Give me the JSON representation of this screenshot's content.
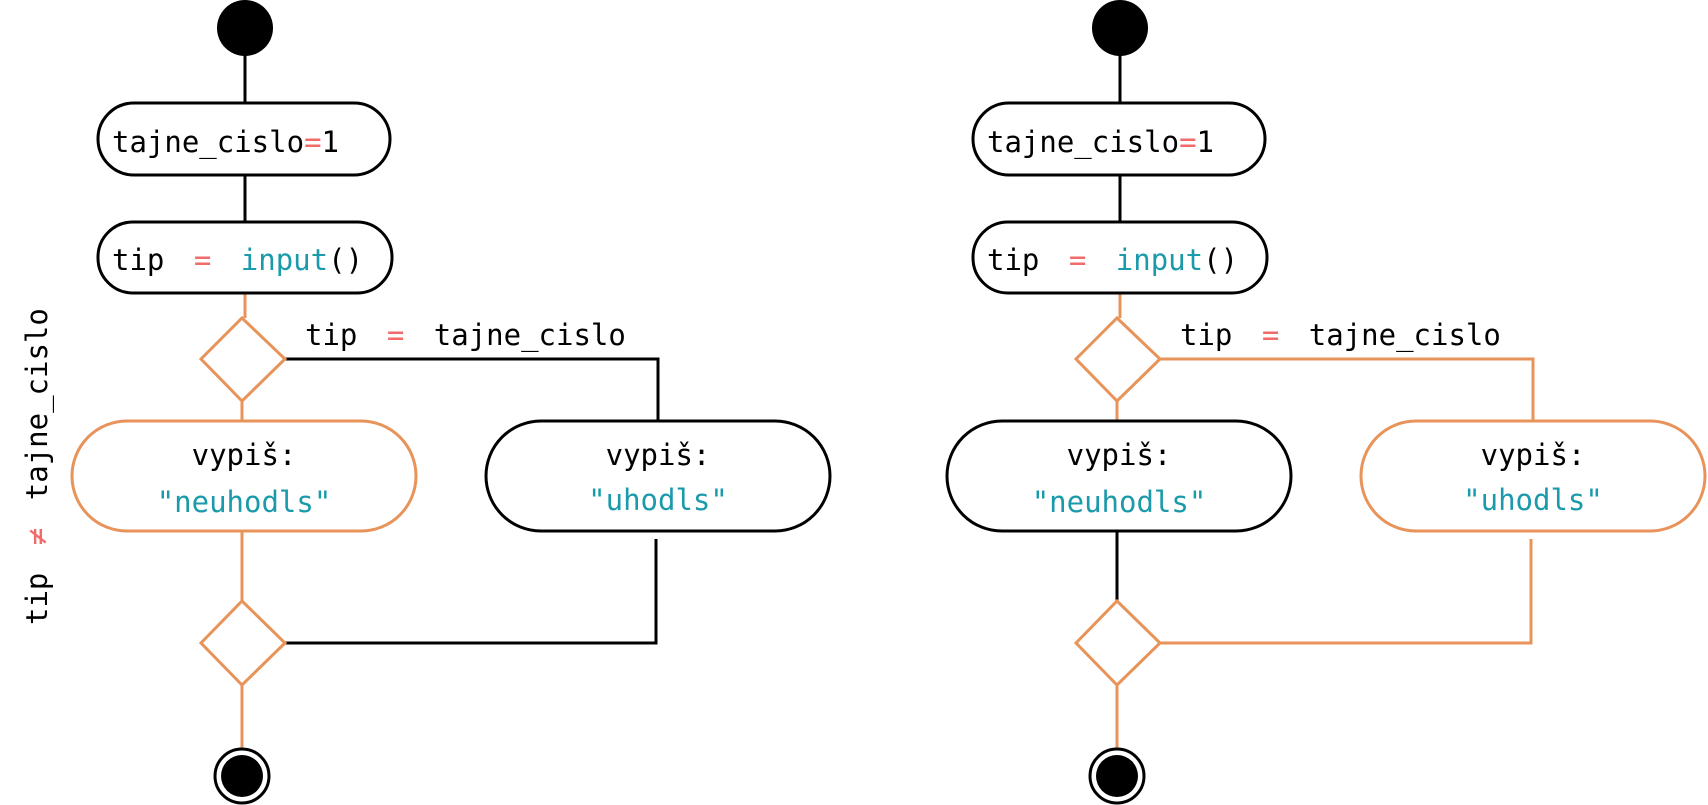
{
  "colors": {
    "black": "#000000",
    "orange": "#e8935a",
    "operator": "#f26b6b",
    "keyword": "#1a9aaa"
  },
  "side_condition": {
    "left": "tip",
    "operator": "≠",
    "right": "tajne_cislo"
  },
  "diagrams": [
    {
      "init": {
        "name": "tajne_cislo",
        "op": "=",
        "value": "1"
      },
      "input": {
        "name": "tip",
        "op": "=",
        "func": "input",
        "parens": "()"
      },
      "branch_label": {
        "left": "tip",
        "op": "=",
        "right": "tajne_cislo"
      },
      "left_action": {
        "label": "vypiš:",
        "value": "\"neuhodls\""
      },
      "right_action": {
        "label": "vypiš:",
        "value": "\"uhodls\""
      },
      "highlighted_path": "left"
    },
    {
      "init": {
        "name": "tajne_cislo",
        "op": "=",
        "value": "1"
      },
      "input": {
        "name": "tip",
        "op": "=",
        "func": "input",
        "parens": "()"
      },
      "branch_label": {
        "left": "tip",
        "op": "=",
        "right": "tajne_cislo"
      },
      "left_action": {
        "label": "vypiš:",
        "value": "\"neuhodls\""
      },
      "right_action": {
        "label": "vypiš:",
        "value": "\"uhodls\""
      },
      "highlighted_path": "right"
    }
  ]
}
